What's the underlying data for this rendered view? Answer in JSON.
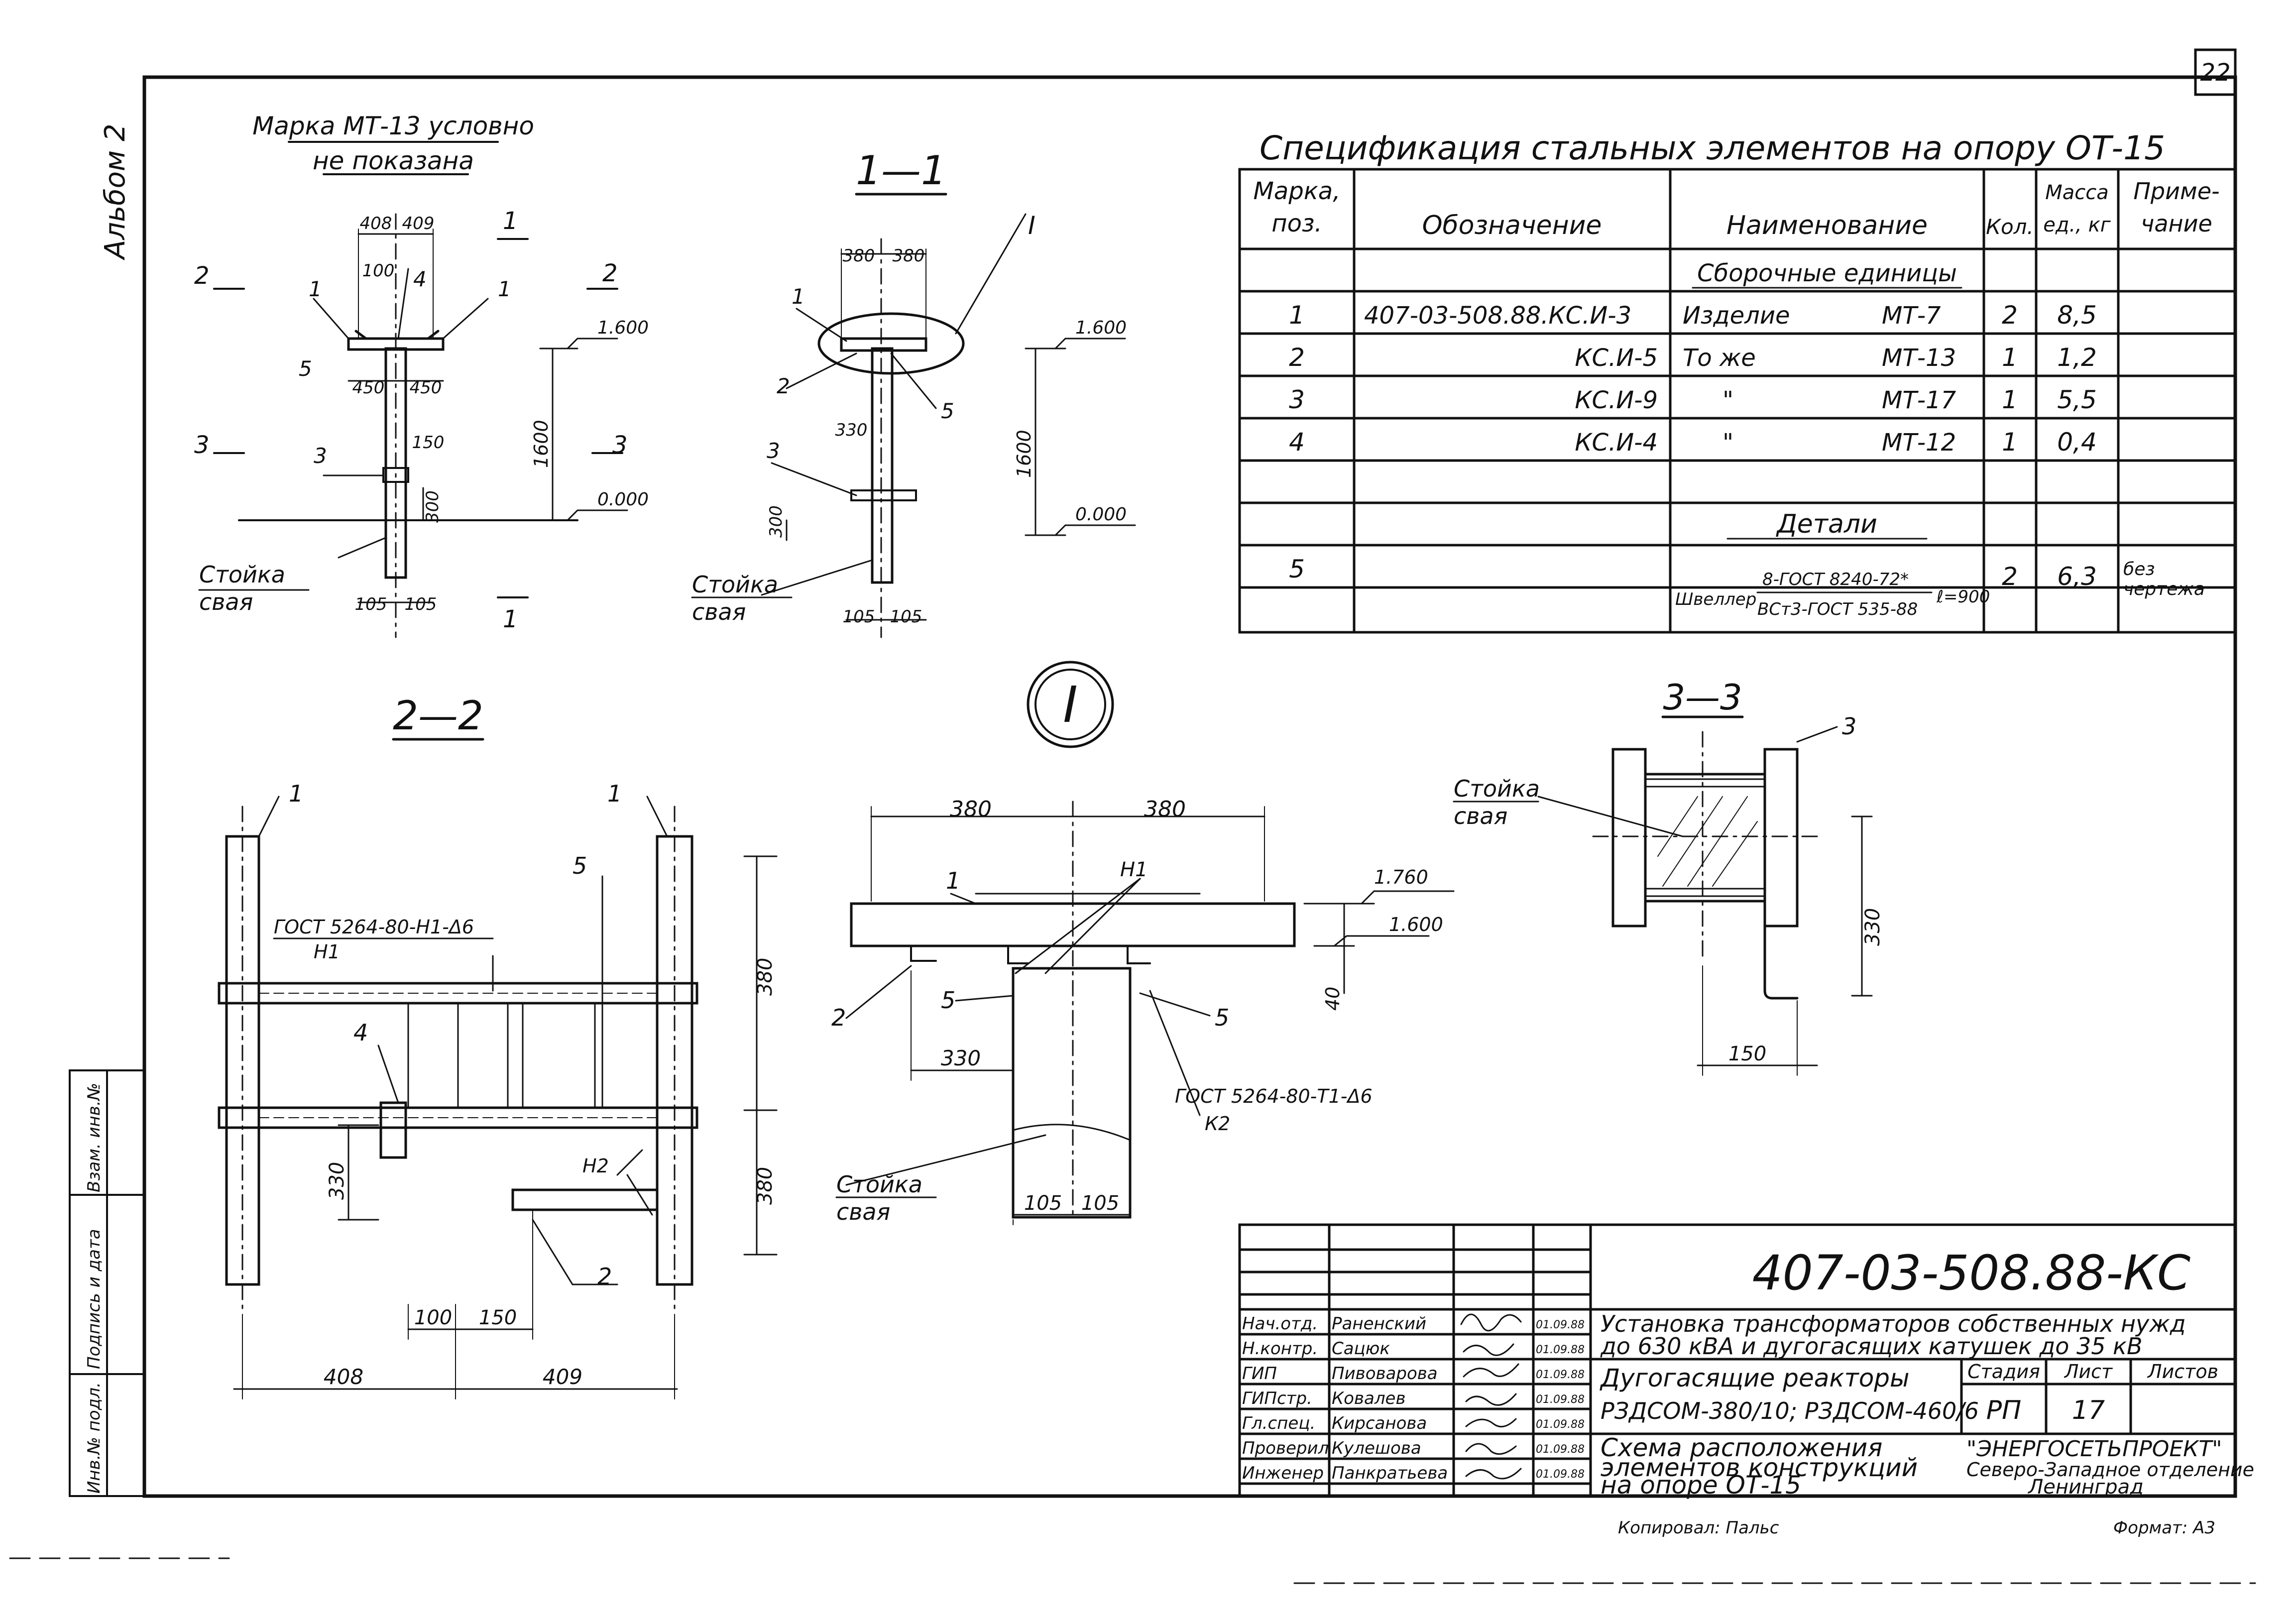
{
  "sheet": {
    "number": "22",
    "album": "Альбом 2",
    "doc_code": "407-03-508.88-КС",
    "copied": "Копировал: Пальс",
    "format": "Формат: А3"
  },
  "side_stamp": {
    "inv_podl": "Инв.№ подл.",
    "podpis": "Подпись и дата",
    "vzam": "Взам. инв.№"
  },
  "note": {
    "line1": "Марка МТ-13 условно",
    "line2": "не показана"
  },
  "section_titles": {
    "s11": "1—1",
    "s22": "2—2",
    "s33": "3—3",
    "node": "I"
  },
  "spec": {
    "title": "Спецификация стальных элементов на опору ОТ-15",
    "headers": {
      "mark1": "Марка,",
      "mark2": "поз.",
      "designation": "Обозначение",
      "name": "Наименование",
      "qty": "Кол.",
      "mass1": "Масса",
      "mass2": "ед., кг",
      "note1": "Приме-",
      "note2": "чание"
    },
    "group1": "Сборочные единицы",
    "rows": [
      {
        "pos": "1",
        "des": "407-03-508.88.КС.И-3",
        "name_a": "Изделие",
        "name_b": "МТ-7",
        "qty": "2",
        "mass": "8,5"
      },
      {
        "pos": "2",
        "des": "КС.И-5",
        "name_a": "То же",
        "name_b": "МТ-13",
        "qty": "1",
        "mass": "1,2"
      },
      {
        "pos": "3",
        "des": "КС.И-9",
        "name_a": "\"",
        "name_b": "МТ-17",
        "qty": "1",
        "mass": "5,5"
      },
      {
        "pos": "4",
        "des": "КС.И-4",
        "name_a": "\"",
        "name_b": "МТ-12",
        "qty": "1",
        "mass": "0,4"
      }
    ],
    "group2": "Детали",
    "detail": {
      "pos": "5",
      "name_a": "Швеллер",
      "name_b": "8-ГОСТ 8240-72*",
      "name_c": "ВСт3-ГОСТ 535-88",
      "length": "ℓ=900",
      "qty": "2",
      "mass": "6,3",
      "note1": "без",
      "note2": "чертежа"
    }
  },
  "title_block": {
    "roles": [
      "Нач.отд.",
      "Н.контр.",
      "ГИП",
      "ГИПстр.",
      "Гл.спец.",
      "Проверил",
      "Инженер"
    ],
    "names": [
      "Раненский",
      "Сацюк",
      "Пивоварова",
      "Ковалев",
      "Кирсанова",
      "Кулешова",
      "Панкратьева"
    ],
    "dates": [
      "01.09.88",
      "01.09.88",
      "01.09.88",
      "01.09.88",
      "01.09.88",
      "01.09.88",
      "01.09.88"
    ],
    "project_line1": "Установка трансформаторов собственных нужд",
    "project_line2": "до 630 кВА и дугогасящих катушек до 35 кВ",
    "sheet_title1": "Дугогасящие реакторы",
    "sheet_title2": "РЗДСОМ-380/10; РЗДСОМ-460/6",
    "drawing_title1": "Схема расположения",
    "drawing_title2": "элементов конструкций",
    "drawing_title3": "на опоре ОТ-15",
    "stage_label": "Стадия",
    "list_label": "Лист",
    "lists_label": "Листов",
    "stage": "РП",
    "list": "17",
    "org1": "\"ЭНЕРГОСЕТЬПРОЕКТ\"",
    "org2": "Северо-Западное отделение",
    "org3": "Ленинград"
  },
  "labels": {
    "stoika": "Стойка",
    "svaya": "свая",
    "gost_n1": "ГОСТ 5264-80-Н1-Δ6",
    "n1": "Н1",
    "n2": "Н2",
    "gost_t1": "ГОСТ 5264-80-Т1-Δ6",
    "k2": "К2"
  },
  "dims": {
    "d408": "408",
    "d409": "409",
    "d100": "100",
    "d450": "450",
    "d150": "150",
    "d300": "300",
    "d1600": "1600",
    "d105": "105",
    "d380": "380",
    "d330": "330",
    "d40": "40",
    "lv1600": "1.600",
    "lv0": "0.000",
    "lv1760": "1.760"
  }
}
